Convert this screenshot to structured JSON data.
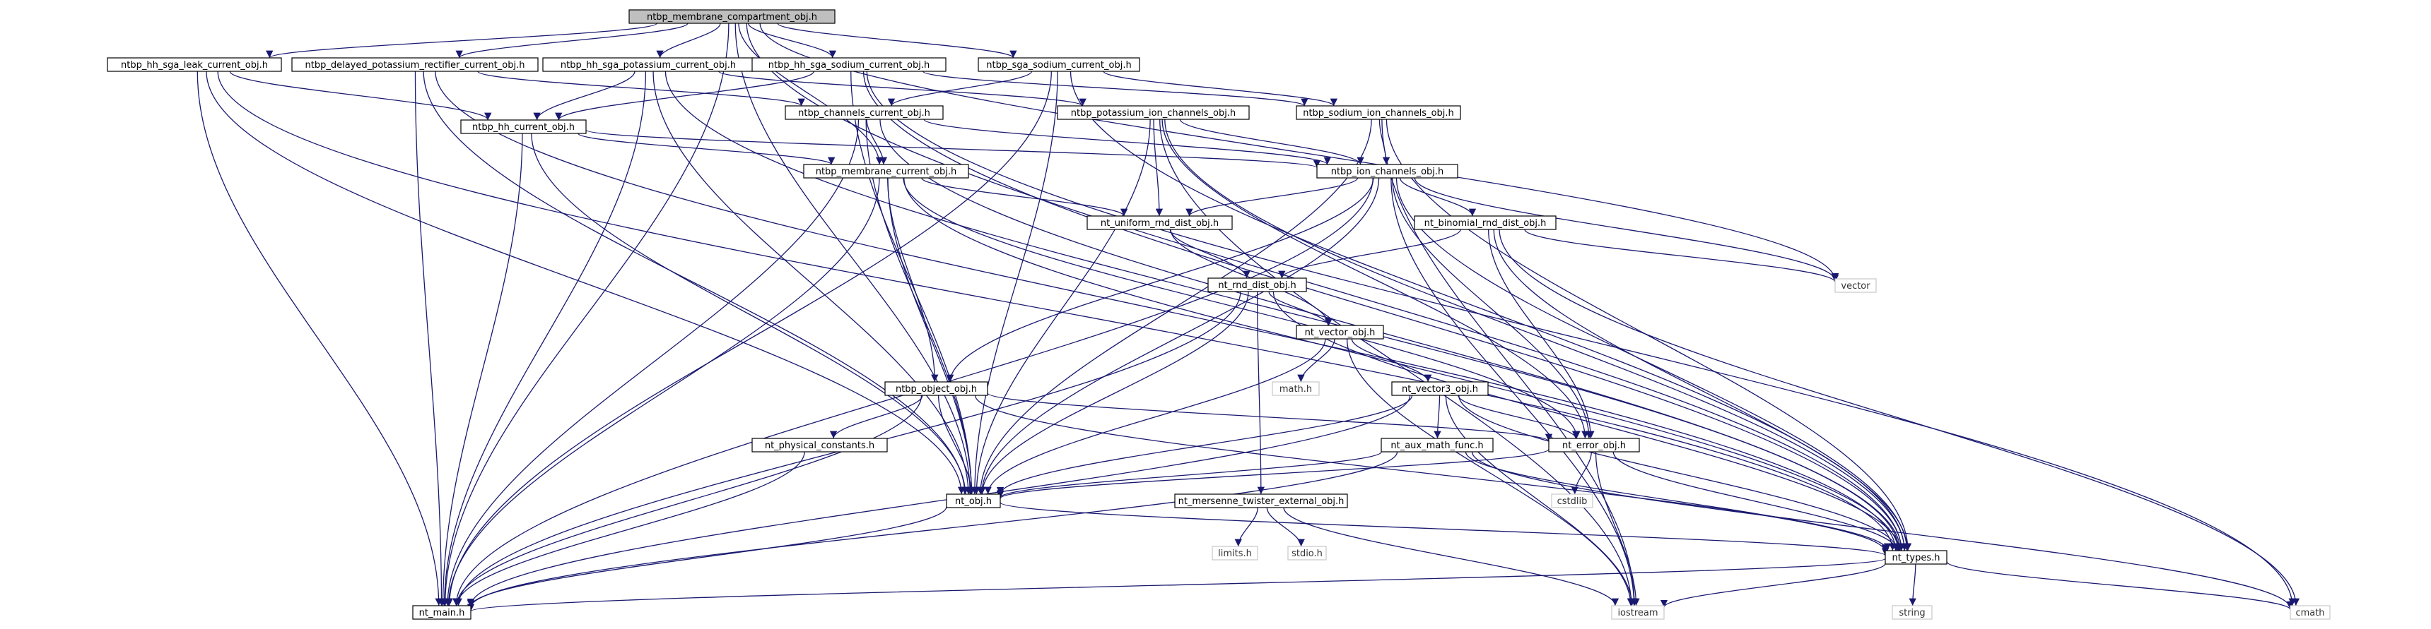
{
  "colors": {
    "edge": "#191970",
    "root_fill": "#bfbfbf",
    "node_border": "#000000",
    "external_border": "#c8c8c8"
  },
  "nodes": [
    {
      "id": "root",
      "label": "ntbp_membrane_compartment_obj.h",
      "kind": "root"
    },
    {
      "id": "leak",
      "label": "ntbp_hh_sga_leak_current_obj.h",
      "kind": "file"
    },
    {
      "id": "delayed",
      "label": "ntbp_delayed_potassium_rectifier_current_obj.h",
      "kind": "file"
    },
    {
      "id": "hhk",
      "label": "ntbp_hh_sga_potassium_current_obj.h",
      "kind": "file"
    },
    {
      "id": "hhna",
      "label": "ntbp_hh_sga_sodium_current_obj.h",
      "kind": "file"
    },
    {
      "id": "sgana",
      "label": "ntbp_sga_sodium_current_obj.h",
      "kind": "file"
    },
    {
      "id": "chcur",
      "label": "ntbp_channels_current_obj.h",
      "kind": "file"
    },
    {
      "id": "kion",
      "label": "ntbp_potassium_ion_channels_obj.h",
      "kind": "file"
    },
    {
      "id": "naion",
      "label": "ntbp_sodium_ion_channels_obj.h",
      "kind": "file"
    },
    {
      "id": "hhcur",
      "label": "ntbp_hh_current_obj.h",
      "kind": "file"
    },
    {
      "id": "memcur",
      "label": "ntbp_membrane_current_obj.h",
      "kind": "file"
    },
    {
      "id": "ionch",
      "label": "ntbp_ion_channels_obj.h",
      "kind": "file"
    },
    {
      "id": "unif",
      "label": "nt_uniform_rnd_dist_obj.h",
      "kind": "file"
    },
    {
      "id": "binom",
      "label": "nt_binomial_rnd_dist_obj.h",
      "kind": "file"
    },
    {
      "id": "vector",
      "label": "vector",
      "kind": "ext"
    },
    {
      "id": "rnd",
      "label": "nt_rnd_dist_obj.h",
      "kind": "file"
    },
    {
      "id": "vec",
      "label": "nt_vector_obj.h",
      "kind": "file"
    },
    {
      "id": "mathh",
      "label": "math.h",
      "kind": "ext"
    },
    {
      "id": "vec3",
      "label": "nt_vector3_obj.h",
      "kind": "file"
    },
    {
      "id": "object",
      "label": "ntbp_object_obj.h",
      "kind": "file"
    },
    {
      "id": "phys",
      "label": "nt_physical_constants.h",
      "kind": "file"
    },
    {
      "id": "aux",
      "label": "nt_aux_math_func.h",
      "kind": "file"
    },
    {
      "id": "err",
      "label": "nt_error_obj.h",
      "kind": "file"
    },
    {
      "id": "ntobj",
      "label": "nt_obj.h",
      "kind": "file"
    },
    {
      "id": "mt",
      "label": "nt_mersenne_twister_external_obj.h",
      "kind": "file"
    },
    {
      "id": "cstdlib",
      "label": "cstdlib",
      "kind": "ext"
    },
    {
      "id": "types",
      "label": "nt_types.h",
      "kind": "file"
    },
    {
      "id": "limits",
      "label": "limits.h",
      "kind": "ext"
    },
    {
      "id": "stdio",
      "label": "stdio.h",
      "kind": "ext"
    },
    {
      "id": "main",
      "label": "nt_main.h",
      "kind": "file"
    },
    {
      "id": "iostream",
      "label": "iostream",
      "kind": "ext"
    },
    {
      "id": "string",
      "label": "string",
      "kind": "ext"
    },
    {
      "id": "cmath",
      "label": "cmath",
      "kind": "ext"
    }
  ],
  "edges": [
    [
      "root",
      "leak"
    ],
    [
      "root",
      "delayed"
    ],
    [
      "root",
      "hhk"
    ],
    [
      "root",
      "hhna"
    ],
    [
      "root",
      "sgana"
    ],
    [
      "root",
      "memcur"
    ],
    [
      "root",
      "ntobj"
    ],
    [
      "root",
      "main"
    ],
    [
      "root",
      "types"
    ],
    [
      "root",
      "vector"
    ],
    [
      "leak",
      "hhcur"
    ],
    [
      "leak",
      "ntobj"
    ],
    [
      "leak",
      "main"
    ],
    [
      "leak",
      "types"
    ],
    [
      "delayed",
      "chcur"
    ],
    [
      "delayed",
      "ntobj"
    ],
    [
      "delayed",
      "main"
    ],
    [
      "delayed",
      "types"
    ],
    [
      "hhk",
      "hhcur"
    ],
    [
      "hhk",
      "kion"
    ],
    [
      "hhk",
      "ntobj"
    ],
    [
      "hhk",
      "main"
    ],
    [
      "hhk",
      "types"
    ],
    [
      "hhna",
      "hhcur"
    ],
    [
      "hhna",
      "naion"
    ],
    [
      "hhna",
      "ntobj"
    ],
    [
      "hhna",
      "types"
    ],
    [
      "hhna",
      "cmath"
    ],
    [
      "sgana",
      "chcur"
    ],
    [
      "sgana",
      "naion"
    ],
    [
      "sgana",
      "ntobj"
    ],
    [
      "sgana",
      "main"
    ],
    [
      "sgana",
      "types"
    ],
    [
      "chcur",
      "memcur"
    ],
    [
      "chcur",
      "ionch"
    ],
    [
      "chcur",
      "ntobj"
    ],
    [
      "chcur",
      "main"
    ],
    [
      "chcur",
      "types"
    ],
    [
      "kion",
      "ionch"
    ],
    [
      "kion",
      "unif"
    ],
    [
      "kion",
      "err"
    ],
    [
      "kion",
      "ntobj"
    ],
    [
      "kion",
      "types"
    ],
    [
      "kion",
      "iostream"
    ],
    [
      "naion",
      "ionch"
    ],
    [
      "naion",
      "ntobj"
    ],
    [
      "naion",
      "types"
    ],
    [
      "naion",
      "iostream"
    ],
    [
      "hhcur",
      "memcur"
    ],
    [
      "hhcur",
      "ionch"
    ],
    [
      "hhcur",
      "ntobj"
    ],
    [
      "hhcur",
      "main"
    ],
    [
      "memcur",
      "unif"
    ],
    [
      "memcur",
      "object"
    ],
    [
      "memcur",
      "ntobj"
    ],
    [
      "memcur",
      "main"
    ],
    [
      "memcur",
      "types"
    ],
    [
      "memcur",
      "err"
    ],
    [
      "ionch",
      "unif"
    ],
    [
      "ionch",
      "binom"
    ],
    [
      "ionch",
      "object"
    ],
    [
      "ionch",
      "ntobj"
    ],
    [
      "ionch",
      "main"
    ],
    [
      "ionch",
      "types"
    ],
    [
      "ionch",
      "err"
    ],
    [
      "ionch",
      "vector"
    ],
    [
      "ionch",
      "iostream"
    ],
    [
      "unif",
      "rnd"
    ],
    [
      "unif",
      "vec"
    ],
    [
      "binom",
      "rnd"
    ],
    [
      "binom",
      "vector"
    ],
    [
      "binom",
      "types"
    ],
    [
      "binom",
      "err"
    ],
    [
      "binom",
      "cmath"
    ],
    [
      "rnd",
      "vec"
    ],
    [
      "rnd",
      "mt"
    ],
    [
      "rnd",
      "ntobj"
    ],
    [
      "rnd",
      "main"
    ],
    [
      "rnd",
      "types"
    ],
    [
      "vec",
      "vec3"
    ],
    [
      "vec",
      "mathh"
    ],
    [
      "vec",
      "ntobj"
    ],
    [
      "vec",
      "iostream"
    ],
    [
      "vec3",
      "aux"
    ],
    [
      "vec3",
      "err"
    ],
    [
      "vec3",
      "ntobj"
    ],
    [
      "vec3",
      "types"
    ],
    [
      "vec3",
      "main"
    ],
    [
      "vec3",
      "iostream"
    ],
    [
      "object",
      "phys"
    ],
    [
      "object",
      "ntobj"
    ],
    [
      "object",
      "main"
    ],
    [
      "object",
      "err"
    ],
    [
      "object",
      "types"
    ],
    [
      "phys",
      "main"
    ],
    [
      "aux",
      "ntobj"
    ],
    [
      "aux",
      "types"
    ],
    [
      "aux",
      "main"
    ],
    [
      "aux",
      "cmath"
    ],
    [
      "err",
      "ntobj"
    ],
    [
      "err",
      "cstdlib"
    ],
    [
      "err",
      "iostream"
    ],
    [
      "err",
      "types"
    ],
    [
      "ntobj",
      "types"
    ],
    [
      "ntobj",
      "main"
    ],
    [
      "mt",
      "limits"
    ],
    [
      "mt",
      "stdio"
    ],
    [
      "mt",
      "iostream"
    ],
    [
      "types",
      "main"
    ],
    [
      "types",
      "iostream"
    ],
    [
      "types",
      "string"
    ],
    [
      "types",
      "cmath"
    ]
  ]
}
